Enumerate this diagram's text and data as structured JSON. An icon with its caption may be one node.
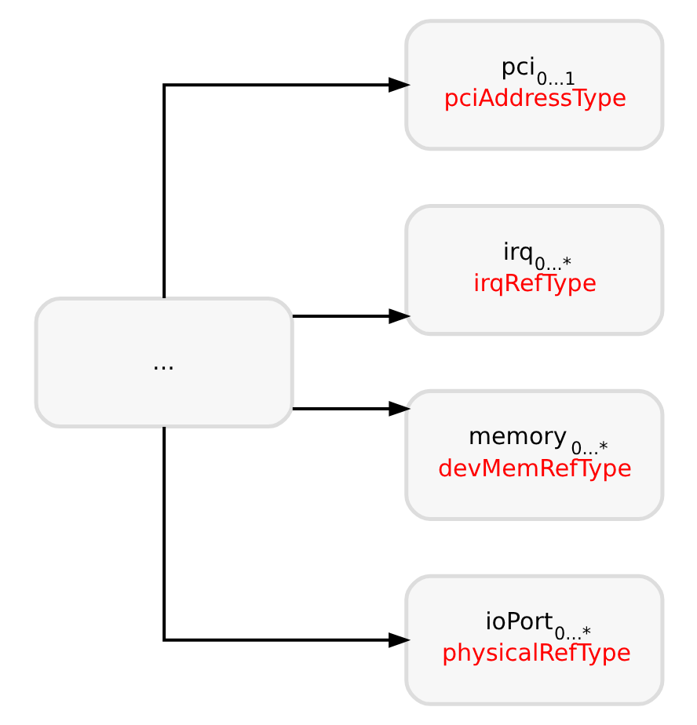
{
  "diagram": {
    "nodes": [
      {
        "text": [
          "..."
        ]
      },
      {
        "text": [
          "pci$_{0...1}$",
          "pciAddressType"
        ]
      },
      {
        "text": [
          "irq$_{0...*}$",
          "irqRefType"
        ]
      },
      {
        "text": [
          "memory$_{0...*}$",
          "devMemRefType"
        ]
      },
      {
        "text": [
          "ioPort$_{0...*}$",
          "physicalRefType"
        ]
      }
    ],
    "edges": [
      {
        "from": 0,
        "to": 1,
        "arrow": "to"
      },
      {
        "from": 0,
        "to": 2,
        "arrow": "to"
      },
      {
        "from": 0,
        "to": 3,
        "arrow": "to"
      },
      {
        "from": 0,
        "to": 4,
        "arrow": "to"
      }
    ]
  }
}
